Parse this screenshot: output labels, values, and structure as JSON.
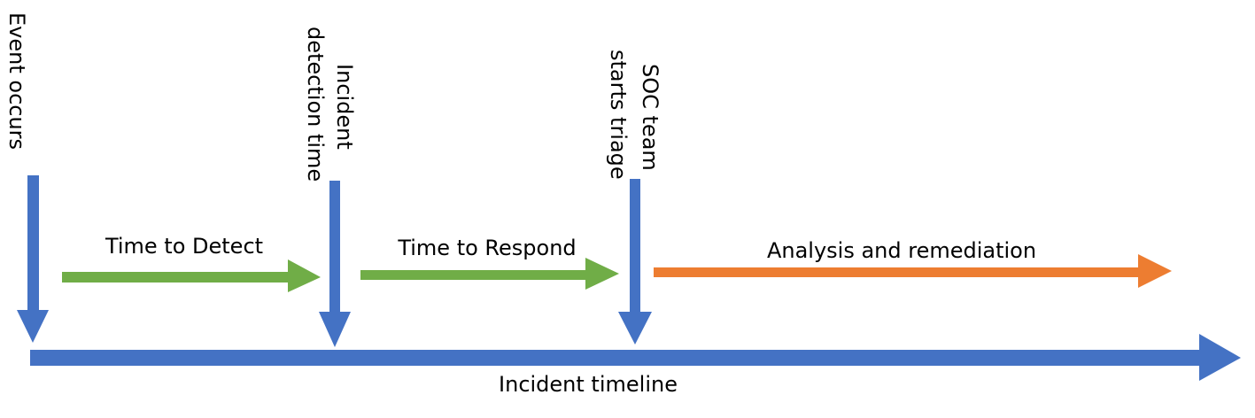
{
  "colors": {
    "timeline": "#4472C4",
    "phase": "#70AD47",
    "analysis": "#ED7D31",
    "text": "#000000"
  },
  "events": [
    {
      "line1": "Event occurs",
      "line2": ""
    },
    {
      "line1": "Incident",
      "line2": "detection time"
    },
    {
      "line1": "SOC team",
      "line2": "starts triage"
    }
  ],
  "phases": [
    {
      "label": "Time to Detect"
    },
    {
      "label": "Time to Respond"
    },
    {
      "label": "Analysis and remediation"
    }
  ],
  "timeline_label": "Incident timeline"
}
